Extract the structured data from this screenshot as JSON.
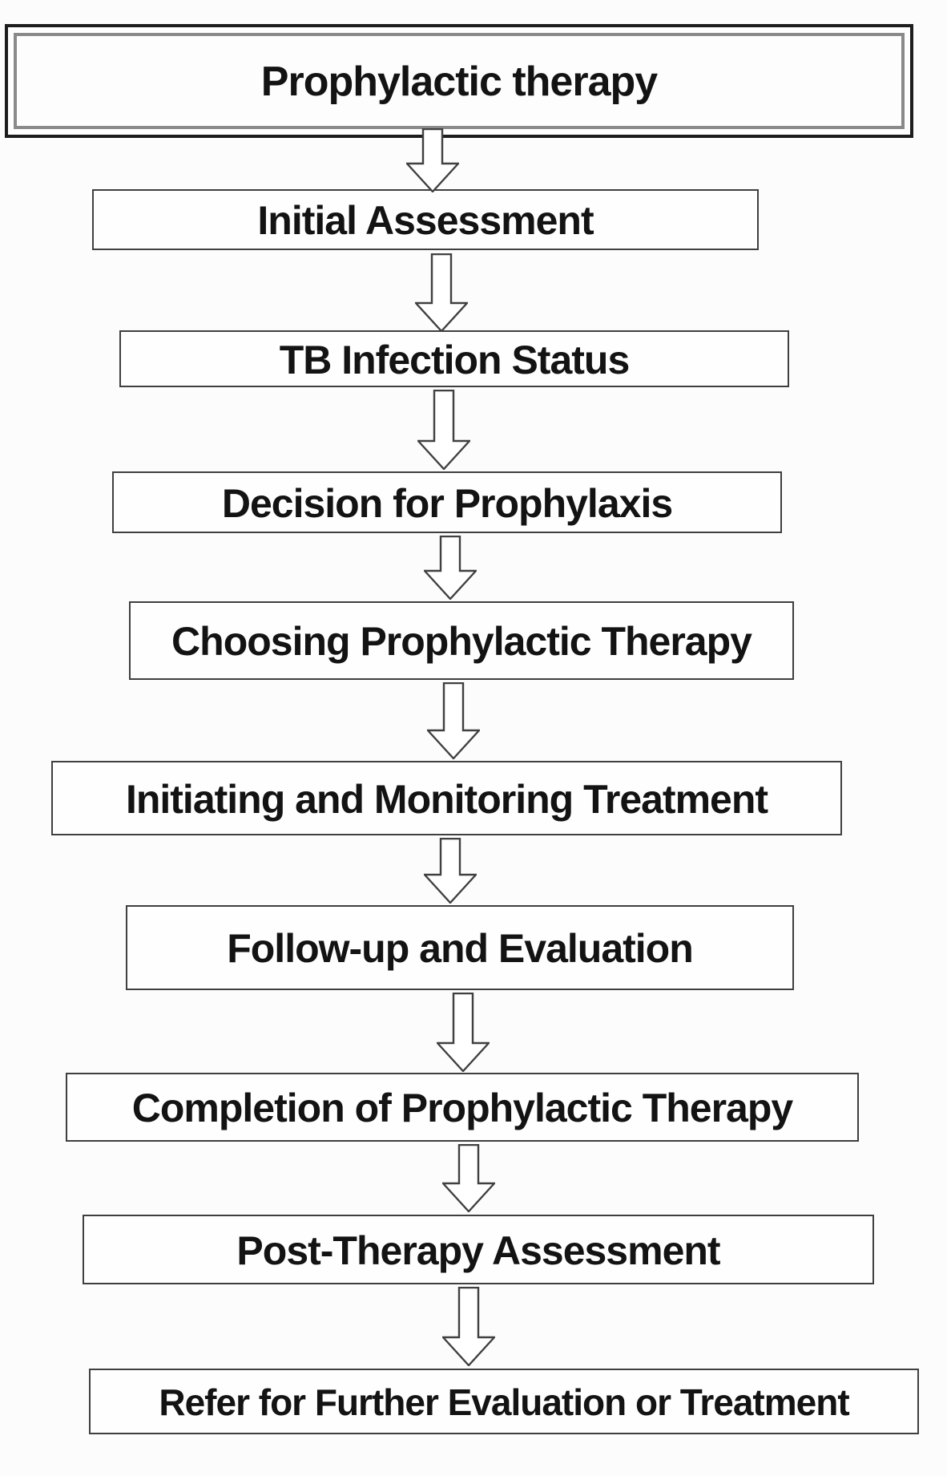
{
  "diagram": {
    "type": "flowchart",
    "direction": "top-down",
    "background_color": "#fcfcfc",
    "box_fill_color": "#fefefe",
    "box_border_color": "#3f3f3f",
    "start_box_outer_border_color": "#1d1d1d",
    "start_box_inner_border_color": "#8a8a8a",
    "text_color": "#131313",
    "arrow_style": "hollow-block-down-arrow",
    "arrow_fill_color": "#ffffff",
    "arrow_outline_color": "#404040"
  },
  "steps": [
    {
      "label": "Prophylactic therapy"
    },
    {
      "label": "Initial Assessment"
    },
    {
      "label": "TB Infection Status"
    },
    {
      "label": "Decision for Prophylaxis"
    },
    {
      "label": "Choosing Prophylactic Therapy"
    },
    {
      "label": "Initiating and Monitoring Treatment"
    },
    {
      "label": "Follow-up and Evaluation"
    },
    {
      "label": "Completion of Prophylactic Therapy"
    },
    {
      "label": "Post-Therapy Assessment"
    },
    {
      "label": "Refer for Further Evaluation or Treatment"
    }
  ]
}
